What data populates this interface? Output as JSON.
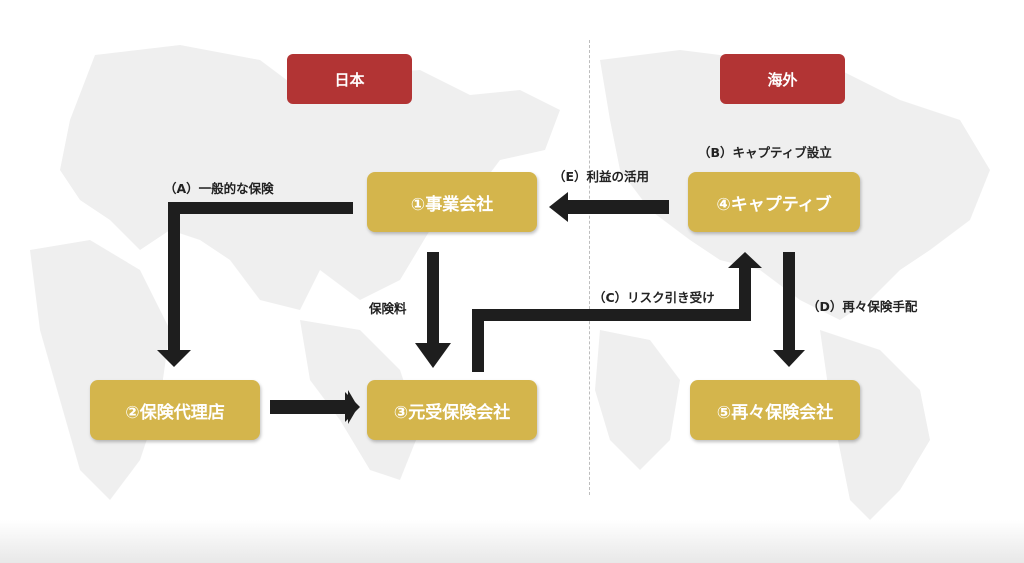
{
  "regions": {
    "japan": "日本",
    "overseas": "海外"
  },
  "nodes": {
    "business_company": "①事業会社",
    "insurance_agency": "②保険代理店",
    "primary_insurer": "③元受保険会社",
    "captive": "④キャプティブ",
    "reinsurer": "⑤再々保険会社"
  },
  "flows": {
    "a": "（A）一般的な保険",
    "b": "（B）キャプティブ設立",
    "c": "（C）リスク引き受け",
    "d": "（D）再々保険手配",
    "e": "（E）利益の活用",
    "premium": "保険料"
  },
  "colors": {
    "header": "#b23434",
    "node": "#d4b54c",
    "arrow": "#1e1e1e"
  }
}
